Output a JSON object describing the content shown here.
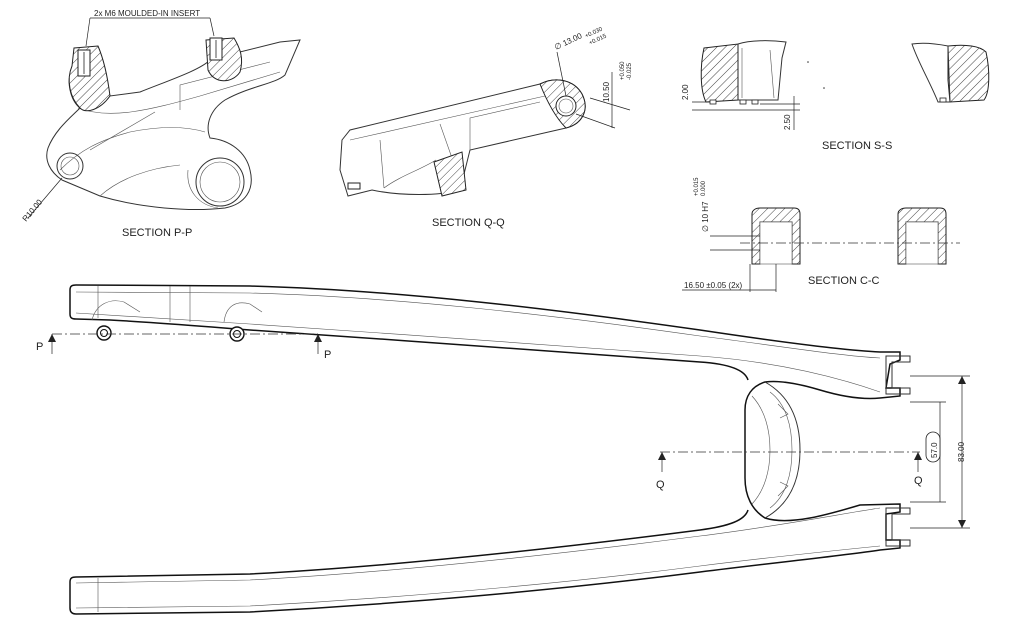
{
  "sections": {
    "pp": "SECTION P-P",
    "qq": "SECTION Q-Q",
    "ss": "SECTION S-S",
    "cc": "SECTION C-C"
  },
  "notes": {
    "insert": "2x M6 MOULDED-IN INSERT"
  },
  "dims": {
    "radius": "R10.00",
    "dia13": "∅ 13.00",
    "dia13_tol_upper": "+0.030",
    "dia13_tol_lower": "+0.015",
    "len10": "10.50",
    "len10_tol_upper": "+0.050",
    "len10_tol_lower": "-0.025",
    "ss_top": "2.00",
    "ss_bottom": "2.50",
    "cc_dia": "∅ 10 H7",
    "cc_tol_upper": "+0.015",
    "cc_tol_lower": "0.000",
    "cc_width": "16.50 ±0.05 (2x)",
    "span83": "83.00",
    "span57": "57.0"
  },
  "cut_labels": {
    "p_left": "P",
    "p_right": "P",
    "q_left": "Q",
    "q_right": "Q"
  }
}
